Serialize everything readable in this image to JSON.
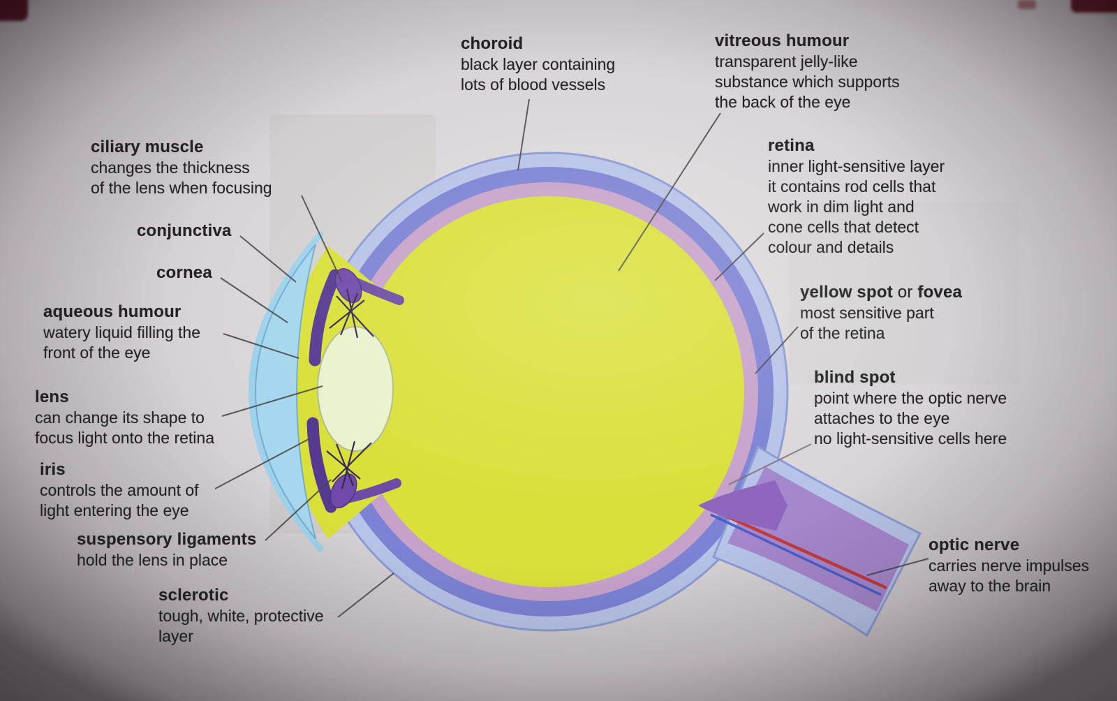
{
  "figure": {
    "name": "Cross-section diagram of the human eye with labelled parts"
  },
  "labels": {
    "choroid": {
      "title": "choroid",
      "desc": "black layer containing\nlots of blood vessels"
    },
    "vitreous_humour": {
      "title": "vitreous humour",
      "desc": "transparent jelly-like\nsubstance which supports\nthe back of the eye"
    },
    "retina": {
      "title": "retina",
      "desc": "inner light-sensitive layer\nit contains rod cells that\nwork in dim light and\ncone cells that detect\ncolour and details"
    },
    "ciliary_muscle": {
      "title": "ciliary muscle",
      "desc": "changes the thickness\nof the lens when focusing"
    },
    "conjunctiva": {
      "title": "conjunctiva"
    },
    "cornea": {
      "title": "cornea"
    },
    "aqueous_humour": {
      "title": "aqueous humour",
      "desc": "watery liquid filling the\nfront of the eye"
    },
    "lens": {
      "title": "lens",
      "desc": "can change its shape to\nfocus light onto the retina"
    },
    "iris": {
      "title": "iris",
      "desc": "controls the amount of\nlight entering the eye"
    },
    "suspensory_ligaments": {
      "title": "suspensory ligaments",
      "desc": "hold the lens in place"
    },
    "sclerotic": {
      "title": "sclerotic",
      "desc": "tough, white, protective\nlayer"
    },
    "yellow_spot": {
      "bold1": "yellow spot",
      "mid": " or ",
      "bold2": "fovea",
      "desc": "most sensitive part\nof the retina"
    },
    "blind_spot": {
      "title": "blind spot",
      "desc": "point where the optic nerve\nattaches to the eye\nno light-sensitive cells here"
    },
    "optic_nerve": {
      "title": "optic nerve",
      "desc": "carries nerve impulses\naway to the brain"
    }
  },
  "colors": {
    "sclera": "#b7c3e8",
    "choroid_ring": "#7d82d4",
    "retina_ring": "#c6a2cb",
    "vitreous": "#d9e03a",
    "cornea": "#a6d7ee",
    "conjunctiva": "#9fd2ea",
    "lens": "#e9f1cd",
    "iris": "#563a92",
    "ciliary": "#7149ab",
    "taper": "#6b4ba5",
    "nerve_outer": "#b7c3e8",
    "nerve_inner": "#a587cc",
    "nerve_red": "#c43a3a",
    "nerve_blue": "#4a5ec8",
    "blind_wedge": "#8f66bd"
  }
}
